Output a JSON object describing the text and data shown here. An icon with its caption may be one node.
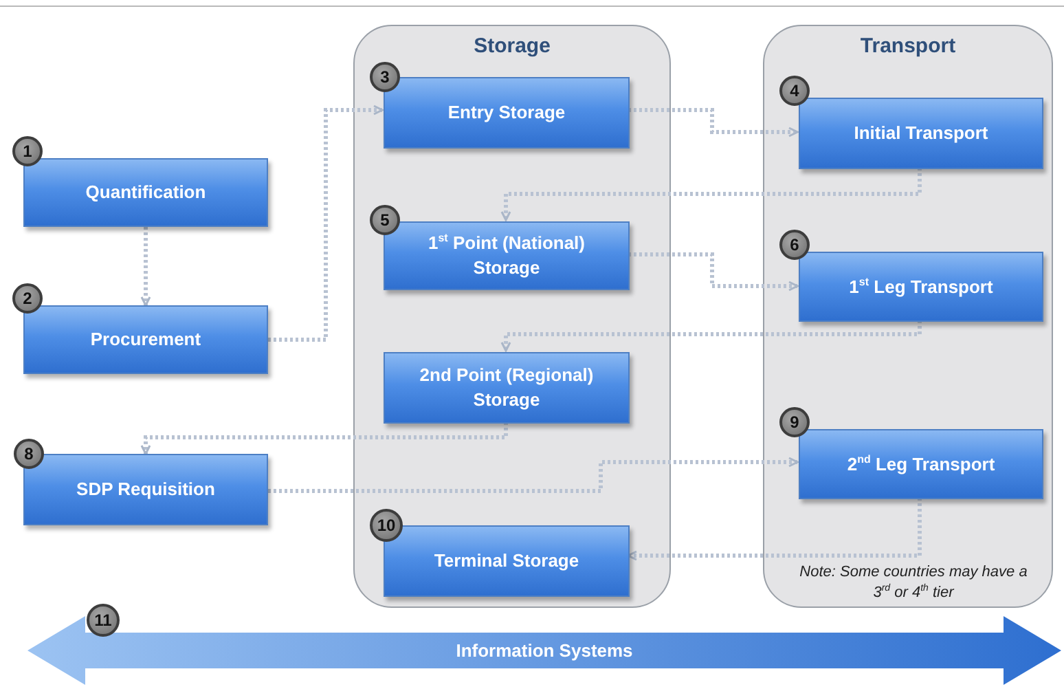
{
  "diagram": {
    "nodes": [
      {
        "text": [
          "Quantification"
        ],
        "beside": [
          "1"
        ]
      },
      {
        "text": [
          "Procurement"
        ],
        "beside": [
          "2"
        ]
      },
      {
        "text": [
          "Storage"
        ]
      },
      {
        "text": [
          "Entry Storage"
        ],
        "in": 2,
        "beside": [
          "3"
        ]
      },
      {
        "text": [
          "1$^{st}$ Point (National) Storage"
        ],
        "in": 2,
        "beside": [
          "5"
        ]
      },
      {
        "text": [
          "2nd Point (Regional) Storage"
        ],
        "in": 2
      },
      {
        "text": [
          "Terminal Storage"
        ],
        "in": 2,
        "beside": [
          "10"
        ]
      },
      {
        "text": [
          "Transport",
          "Note: Some countries may have a 3$^{rd}$ or 4$^{th}$ tier"
        ]
      },
      {
        "text": [
          "Initial Transport"
        ],
        "in": 7,
        "beside": [
          "4"
        ]
      },
      {
        "text": [
          "1$^{st}$ Leg Transport"
        ],
        "in": 7,
        "beside": [
          "6"
        ]
      },
      {
        "text": [
          "2$^{nd}$ Leg Transport"
        ],
        "in": 7,
        "beside": [
          "9"
        ]
      },
      {
        "text": [
          "SDP Requisition"
        ],
        "beside": [
          "8"
        ]
      },
      {
        "text": [
          "Information Systems"
        ],
        "beside": [
          "11"
        ]
      }
    ],
    "edges": [
      {
        "from": 0,
        "to": 1,
        "arrow": "to",
        "style": "dashed"
      },
      {
        "from": 1,
        "to": 3,
        "arrow": "to",
        "style": "dashed"
      },
      {
        "from": 3,
        "to": 8,
        "arrow": "to",
        "style": "dashed"
      },
      {
        "from": 8,
        "to": 4,
        "arrow": "to",
        "style": "dashed"
      },
      {
        "from": 4,
        "to": 9,
        "arrow": "to",
        "style": "dashed"
      },
      {
        "from": 9,
        "to": 5,
        "arrow": "to",
        "style": "dashed"
      },
      {
        "from": 5,
        "to": 11,
        "arrow": "to",
        "style": "dashed"
      },
      {
        "from": 11,
        "to": 10,
        "arrow": "to",
        "style": "dashed"
      },
      {
        "from": 10,
        "to": 6,
        "arrow": "to",
        "style": "dashed"
      }
    ]
  }
}
